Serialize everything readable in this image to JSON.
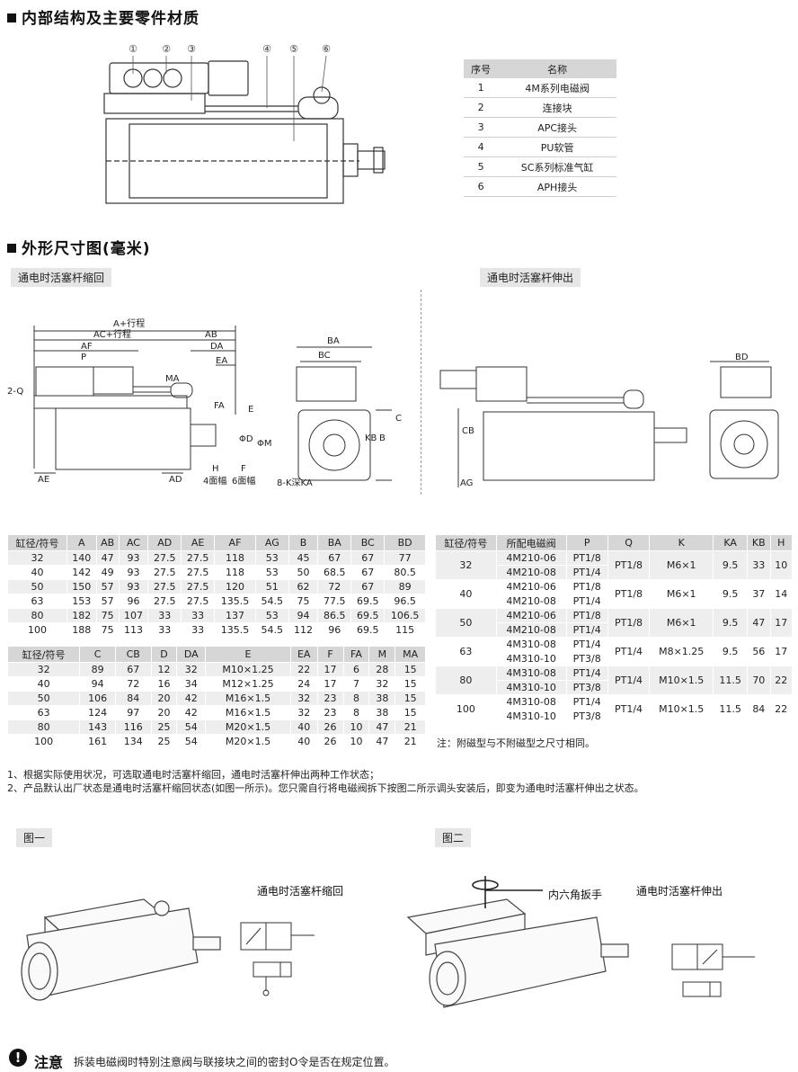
{
  "section1_title": "内部结构及主要零件材质",
  "section2_title": "外形尺寸图(毫米)",
  "view_retract_tag": "通电时活塞杆缩回",
  "view_extend_tag": "通电时活塞杆伸出",
  "callouts": [
    "①",
    "②",
    "③",
    "④",
    "⑤",
    "⑥"
  ],
  "parts_table": {
    "headers": [
      "序号",
      "名称"
    ],
    "rows": [
      [
        "1",
        "4M系列电磁阀"
      ],
      [
        "2",
        "连接块"
      ],
      [
        "3",
        "APC接头"
      ],
      [
        "4",
        "PU软管"
      ],
      [
        "5",
        "SC系列标准气缸"
      ],
      [
        "6",
        "APH接头"
      ]
    ]
  },
  "dim_labels": {
    "a_stroke": "A+行程",
    "ac_stroke": "AC+行程",
    "ab": "AB",
    "af": "AF",
    "da": "DA",
    "p": "P",
    "ea": "EA",
    "two_q": "2-Q",
    "ma": "MA",
    "fa": "FA",
    "e": "E",
    "d": "ΦD",
    "m": "ΦM",
    "ae": "AE",
    "ad": "AD",
    "h": "H",
    "f": "F",
    "four_face": "4面幅",
    "six_face": "6面幅",
    "ba": "BA",
    "bc": "BC",
    "c": "C",
    "kb": "KB",
    "b": "B",
    "eight_k": "8-K深KA",
    "bd": "BD",
    "cb": "CB",
    "ag": "AG"
  },
  "table1": {
    "headers": [
      "缸径/符号",
      "A",
      "AB",
      "AC",
      "AD",
      "AE",
      "AF",
      "AG",
      "B",
      "BA",
      "BC",
      "BD"
    ],
    "rows": [
      [
        "32",
        "140",
        "47",
        "93",
        "27.5",
        "27.5",
        "118",
        "53",
        "45",
        "67",
        "67",
        "77"
      ],
      [
        "40",
        "142",
        "49",
        "93",
        "27.5",
        "27.5",
        "118",
        "53",
        "50",
        "68.5",
        "67",
        "80.5"
      ],
      [
        "50",
        "150",
        "57",
        "93",
        "27.5",
        "27.5",
        "120",
        "51",
        "62",
        "72",
        "67",
        "89"
      ],
      [
        "63",
        "153",
        "57",
        "96",
        "27.5",
        "27.5",
        "135.5",
        "54.5",
        "75",
        "77.5",
        "69.5",
        "96.5"
      ],
      [
        "80",
        "182",
        "75",
        "107",
        "33",
        "33",
        "137",
        "53",
        "94",
        "86.5",
        "69.5",
        "106.5"
      ],
      [
        "100",
        "188",
        "75",
        "113",
        "33",
        "33",
        "135.5",
        "54.5",
        "112",
        "96",
        "69.5",
        "115"
      ]
    ]
  },
  "table2": {
    "headers": [
      "缸径/符号",
      "C",
      "CB",
      "D",
      "DA",
      "E",
      "EA",
      "F",
      "FA",
      "M",
      "MA"
    ],
    "rows": [
      [
        "32",
        "89",
        "67",
        "12",
        "32",
        "M10×1.25",
        "22",
        "17",
        "6",
        "28",
        "15"
      ],
      [
        "40",
        "94",
        "72",
        "16",
        "34",
        "M12×1.25",
        "24",
        "17",
        "7",
        "32",
        "15"
      ],
      [
        "50",
        "106",
        "84",
        "20",
        "42",
        "M16×1.5",
        "32",
        "23",
        "8",
        "38",
        "15"
      ],
      [
        "63",
        "124",
        "97",
        "20",
        "42",
        "M16×1.5",
        "32",
        "23",
        "8",
        "38",
        "15"
      ],
      [
        "80",
        "143",
        "116",
        "25",
        "54",
        "M20×1.5",
        "40",
        "26",
        "10",
        "47",
        "21"
      ],
      [
        "100",
        "161",
        "134",
        "25",
        "54",
        "M20×1.5",
        "40",
        "26",
        "10",
        "47",
        "21"
      ]
    ]
  },
  "table3": {
    "headers": [
      "缸径/符号",
      "所配电磁阀",
      "P",
      "Q",
      "K",
      "KA",
      "KB",
      "H"
    ],
    "groups": [
      {
        "bore": "32",
        "valves": [
          "4M210-06",
          "4M210-08"
        ],
        "p": [
          "PT1/8",
          "PT1/4"
        ],
        "q": "PT1/8",
        "k": "M6×1",
        "ka": "9.5",
        "kb": "33",
        "h": "10"
      },
      {
        "bore": "40",
        "valves": [
          "4M210-06",
          "4M210-08"
        ],
        "p": [
          "PT1/8",
          "PT1/4"
        ],
        "q": "PT1/8",
        "k": "M6×1",
        "ka": "9.5",
        "kb": "37",
        "h": "14"
      },
      {
        "bore": "50",
        "valves": [
          "4M210-06",
          "4M210-08"
        ],
        "p": [
          "PT1/8",
          "PT1/4"
        ],
        "q": "PT1/8",
        "k": "M6×1",
        "ka": "9.5",
        "kb": "47",
        "h": "17"
      },
      {
        "bore": "63",
        "valves": [
          "4M310-08",
          "4M310-10"
        ],
        "p": [
          "PT1/4",
          "PT3/8"
        ],
        "q": "PT1/4",
        "k": "M8×1.25",
        "ka": "9.5",
        "kb": "56",
        "h": "17"
      },
      {
        "bore": "80",
        "valves": [
          "4M310-08",
          "4M310-10"
        ],
        "p": [
          "PT1/4",
          "PT3/8"
        ],
        "q": "PT1/4",
        "k": "M10×1.5",
        "ka": "11.5",
        "kb": "70",
        "h": "22"
      },
      {
        "bore": "100",
        "valves": [
          "4M310-08",
          "4M310-10"
        ],
        "p": [
          "PT1/4",
          "PT3/8"
        ],
        "q": "PT1/4",
        "k": "M10×1.5",
        "ka": "11.5",
        "kb": "84",
        "h": "22"
      }
    ]
  },
  "table_note": "注：附磁型与不附磁型之尺寸相同。",
  "notes": [
    "1、根据实际使用状况，可选取通电时活塞杆缩回，通电时活塞杆伸出两种工作状态；",
    "2、产品默认出厂状态是通电时活塞杆缩回状态(如图一所示)。您只需自行将电磁阀拆下按图二所示调头安装后，即变为通电时活塞杆伸出之状态。"
  ],
  "fig1_tag": "图一",
  "fig2_tag": "图二",
  "fig1_caption": "通电时活塞杆缩回",
  "fig2_caption": "通电时活塞杆伸出",
  "fig2_wrench": "内六角扳手",
  "attention_label": "注意",
  "attention_text": "拆装电磁阀时特别注意阀与联接块之间的密封O令是否在规定位置。"
}
